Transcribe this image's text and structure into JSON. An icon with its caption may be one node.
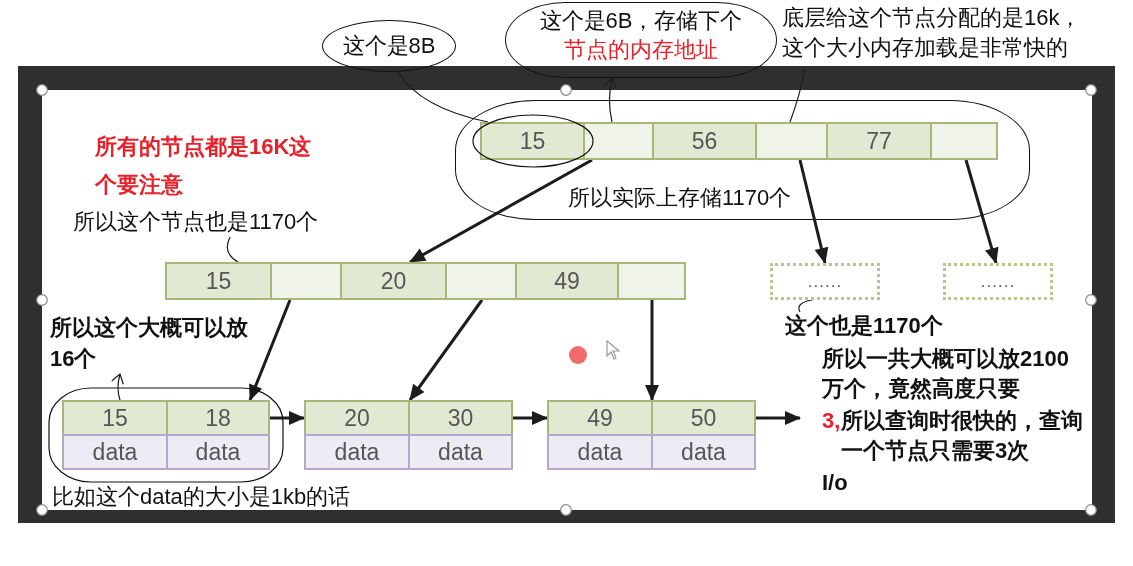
{
  "diagram": {
    "nodes": [
      {
        "text": [
          "这个是8B"
        ]
      },
      {
        "text": [
          "这个是6B，存储下个",
          "节点的内存地址"
        ]
      },
      {
        "text": [
          "底层给这个节点分配的是16k，这个大小内存加载是非常快的"
        ]
      },
      {
        "text": [
          "所以实际上存储1170个"
        ]
      },
      {
        "text": [],
        "shape": "box",
        "in": 3
      },
      {
        "text": [
          "15"
        ],
        "in": 4
      },
      {
        "text": [],
        "shape": "box",
        "in": 4
      },
      {
        "text": [
          "56"
        ],
        "in": 4
      },
      {
        "text": [],
        "shape": "box",
        "in": 4
      },
      {
        "text": [
          "77"
        ],
        "in": 4
      },
      {
        "text": [],
        "shape": "box",
        "in": 4
      },
      {
        "text": [
          "所以这个节点也是1170个"
        ]
      },
      {
        "text": [],
        "shape": "box"
      },
      {
        "text": [
          "15"
        ],
        "in": 12
      },
      {
        "text": [],
        "shape": "box",
        "in": 12
      },
      {
        "text": [
          "20"
        ],
        "in": 12
      },
      {
        "text": [],
        "shape": "box",
        "in": 12
      },
      {
        "text": [
          "49"
        ],
        "in": 12
      },
      {
        "text": [],
        "shape": "box",
        "in": 12
      },
      {
        "text": [
          "......"
        ]
      },
      {
        "text": [
          "......"
        ]
      },
      {
        "text": [
          "这个也是1170个"
        ]
      },
      {
        "text": [
          "所以这个大概可以放16个"
        ]
      },
      {
        "text": [],
        "shape": "box"
      },
      {
        "text": [
          "15"
        ],
        "in": 23
      },
      {
        "text": [
          "18"
        ],
        "in": 23
      },
      {
        "text": [
          "data"
        ],
        "in": 23
      },
      {
        "text": [
          "data"
        ],
        "in": 23
      },
      {
        "text": [],
        "shape": "box"
      },
      {
        "text": [
          "20"
        ],
        "in": 28
      },
      {
        "text": [
          "30"
        ],
        "in": 28
      },
      {
        "text": [
          "data"
        ],
        "in": 28
      },
      {
        "text": [
          "data"
        ],
        "in": 28
      },
      {
        "text": [],
        "shape": "box"
      },
      {
        "text": [
          "49"
        ],
        "in": 33
      },
      {
        "text": [
          "50"
        ],
        "in": 33
      },
      {
        "text": [
          "data"
        ],
        "in": 33
      },
      {
        "text": [
          "data"
        ],
        "in": 33
      }
    ],
    "edges": [
      {
        "from": 6,
        "to": 12,
        "arrow": "to"
      },
      {
        "from": 8,
        "to": 19,
        "arrow": "to"
      },
      {
        "from": 10,
        "to": 20,
        "arrow": "to"
      },
      {
        "from": 14,
        "to": 23,
        "arrow": "to"
      },
      {
        "from": 16,
        "to": 28,
        "arrow": "to"
      },
      {
        "from": 18,
        "to": 33,
        "arrow": "to"
      },
      {
        "from": 23,
        "to": 28,
        "arrow": "to"
      },
      {
        "from": 28,
        "to": 33,
        "arrow": "to"
      },
      {
        "from": 33,
        "to": null,
        "arrow": "to"
      },
      {
        "from": 0,
        "to": 5,
        "arrow": "none"
      },
      {
        "from": 6,
        "to": 1,
        "arrow": "to"
      },
      {
        "from": 2,
        "to": 4,
        "arrow": "none"
      },
      {
        "from": 11,
        "to": 13,
        "arrow": "none"
      },
      {
        "from": 21,
        "to": 19,
        "arrow": "none"
      },
      {
        "from": 23,
        "to": 22,
        "arrow": "to"
      }
    ],
    "labels": [
      "所有的节点都是16K这个要注意",
      "所以一共大概可以放2100万个，竟然高度只要",
      "3,",
      "所以查询时很快的，查询一个节点只需要3次",
      "I/o",
      "比如这个data的大小是1kb的话"
    ]
  }
}
